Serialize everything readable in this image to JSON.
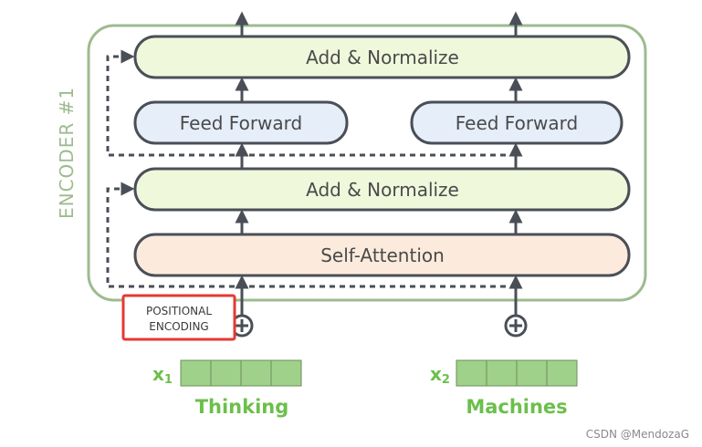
{
  "encoder": {
    "label": "ENCODER #1",
    "frame_color": "#9dbb8f"
  },
  "layers": {
    "add_normalize_top": "Add & Normalize",
    "feed_forward_1": "Feed Forward",
    "feed_forward_2": "Feed Forward",
    "add_normalize_bottom": "Add & Normalize",
    "self_attention": "Self-Attention"
  },
  "positional_encoding": {
    "line1": "POSITIONAL",
    "line2": "ENCODING",
    "highlight_color": "#e53935"
  },
  "inputs": [
    {
      "symbol": "x",
      "subscript": "1",
      "word": "Thinking"
    },
    {
      "symbol": "x",
      "subscript": "2",
      "word": "Machines"
    }
  ],
  "colors": {
    "add_normalize_fill": "#f0f8dc",
    "feed_forward_fill": "#e6eefa",
    "self_attention_fill": "#fcebdc",
    "vector_cell_fill": "#9fd18a",
    "word_color": "#6cbf4b",
    "arrow_color": "#4a4f57"
  },
  "watermark": "CSDN @MendozaG"
}
